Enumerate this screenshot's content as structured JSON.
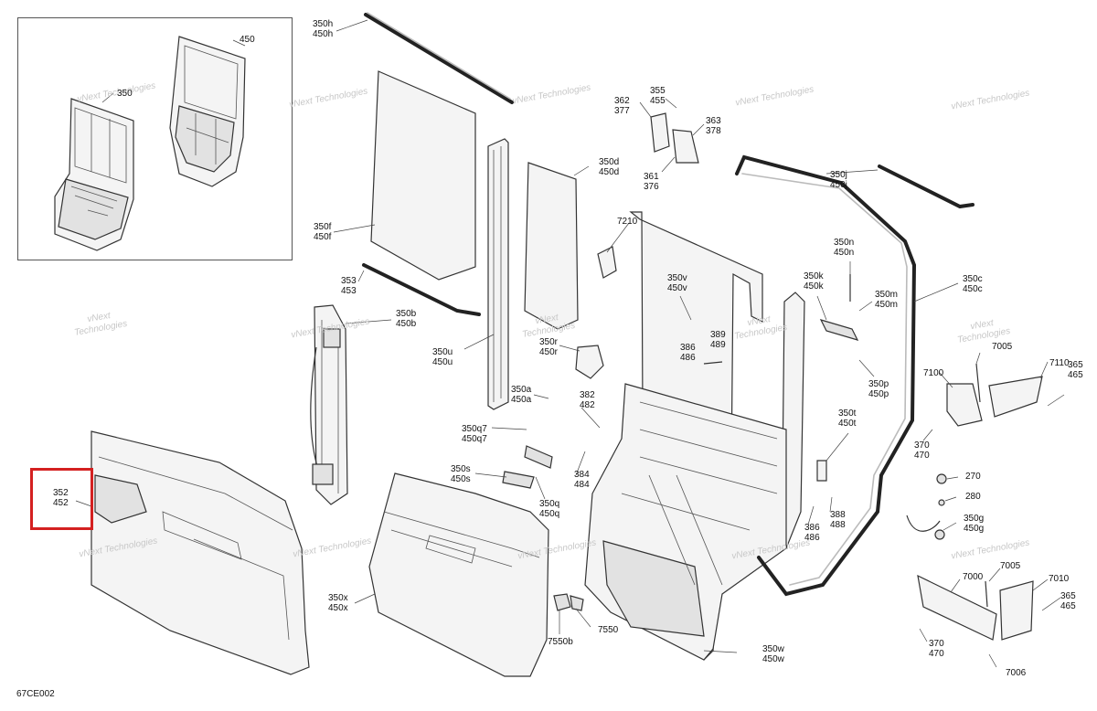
{
  "diagram_code": "67CE002",
  "watermark": {
    "line1": "vNext",
    "line2": "Technologies",
    "full": "vNext Technologies"
  },
  "highlight_color": "#d42020",
  "labels": {
    "l350h": [
      "350h",
      "450h"
    ],
    "l450": [
      "450"
    ],
    "l350": [
      "350"
    ],
    "l355": [
      "355",
      "455"
    ],
    "l362": [
      "362",
      "377"
    ],
    "l363": [
      "363",
      "378"
    ],
    "l361": [
      "361",
      "376"
    ],
    "l350d": [
      "350d",
      "450d"
    ],
    "l350j": [
      "350j",
      "450j"
    ],
    "l350f": [
      "350f",
      "450f"
    ],
    "l7210": [
      "7210"
    ],
    "l350n": [
      "350n",
      "450n"
    ],
    "l353": [
      "353",
      "453"
    ],
    "l350k": [
      "350k",
      "450k"
    ],
    "l350m": [
      "350m",
      "450m"
    ],
    "l350c": [
      "350c",
      "450c"
    ],
    "l350b": [
      "350b",
      "450b"
    ],
    "l350v": [
      "350v",
      "450v"
    ],
    "l389": [
      "389",
      "489"
    ],
    "l350r": [
      "350r",
      "450r"
    ],
    "l386a": [
      "386",
      "486"
    ],
    "l7005a": [
      "7005"
    ],
    "l350u": [
      "350u",
      "450u"
    ],
    "l7100": [
      "7100"
    ],
    "l7110": [
      "7110"
    ],
    "l365a": [
      "365",
      "465"
    ],
    "l350p": [
      "350p",
      "450p"
    ],
    "l350a": [
      "350a",
      "450a"
    ],
    "l382": [
      "382",
      "482"
    ],
    "l350t": [
      "350t",
      "450t"
    ],
    "l370a": [
      "370",
      "470"
    ],
    "l350q7": [
      "350q7",
      "450q7"
    ],
    "l384": [
      "384",
      "484"
    ],
    "l350s": [
      "350s",
      "450s"
    ],
    "l270": [
      "270"
    ],
    "l352": [
      "352",
      "452"
    ],
    "l280": [
      "280"
    ],
    "l350q": [
      "350q",
      "450q"
    ],
    "l388": [
      "388",
      "488"
    ],
    "l386b": [
      "386",
      "486"
    ],
    "l350g": [
      "350g",
      "450g"
    ],
    "l7005b": [
      "7005"
    ],
    "l7000": [
      "7000"
    ],
    "l7010": [
      "7010"
    ],
    "l350x": [
      "350x",
      "450x"
    ],
    "l365b": [
      "365",
      "465"
    ],
    "l7550": [
      "7550"
    ],
    "l7550b": [
      "7550b"
    ],
    "l370b": [
      "370",
      "470"
    ],
    "l350w": [
      "350w",
      "450w"
    ],
    "l7006": [
      "7006"
    ]
  }
}
